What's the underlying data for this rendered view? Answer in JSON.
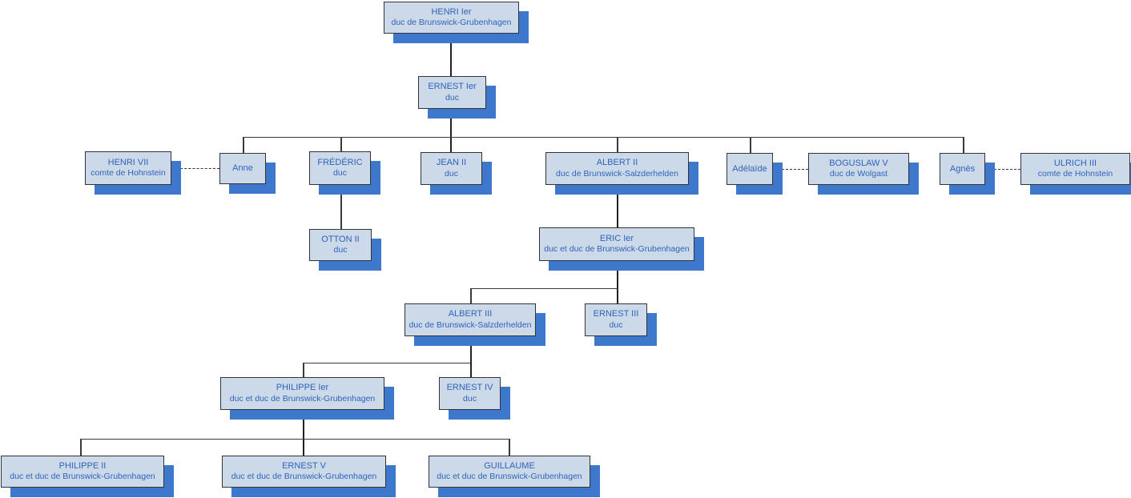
{
  "diagram": {
    "type": "family-tree-org-chart",
    "subject": "Maison de Brunswick-Grubenhagen",
    "colors": {
      "node_fill": "#ccd9e9",
      "node_border": "#333333",
      "node_shadow": "#3d78cc",
      "text": "#2f63ba",
      "connector": "#3a3a3a",
      "background": "#ffffff"
    }
  },
  "nodes": [
    {
      "name": "HENRI Ier",
      "title": "duc de Brunswick-Grubenhagen"
    },
    {
      "name": "ERNEST Ier",
      "title": "duc"
    },
    {
      "name": "HENRI VII",
      "title": "comte de Hohnstein"
    },
    {
      "name": "Anne",
      "title": ""
    },
    {
      "name": "FRÉDÉRIC",
      "title": "duc"
    },
    {
      "name": "JEAN II",
      "title": "duc"
    },
    {
      "name": "ALBERT II",
      "title": "duc de Brunswick-Salzderhelden"
    },
    {
      "name": "Adélaïde",
      "title": ""
    },
    {
      "name": "BOGUSLAW V",
      "title": "duc de Wolgast"
    },
    {
      "name": "Agnès",
      "title": ""
    },
    {
      "name": "ULRICH III",
      "title": "comte de Hohnstein"
    },
    {
      "name": "OTTON II",
      "title": "duc"
    },
    {
      "name": "ERIC Ier",
      "title": "duc et duc de Brunswick-Grubenhagen"
    },
    {
      "name": "ALBERT III",
      "title": "duc de Brunswick-Salzderhelden"
    },
    {
      "name": "ERNEST III",
      "title": "duc"
    },
    {
      "name": "PHILIPPE Ier",
      "title": "duc et duc de Brunswick-Grubenhagen"
    },
    {
      "name": "ERNEST IV",
      "title": "duc"
    },
    {
      "name": "PHILIPPE II",
      "title": "duc et duc de Brunswick-Grubenhagen"
    },
    {
      "name": "ERNEST V",
      "title": "duc et duc de Brunswick-Grubenhagen"
    },
    {
      "name": "GUILLAUME",
      "title": "duc et duc de Brunswick-Grubenhagen"
    }
  ],
  "relations": {
    "parent_child": [
      {
        "parent": "HENRI Ier",
        "children": [
          "ERNEST Ier"
        ]
      },
      {
        "parent": "ERNEST Ier",
        "children": [
          "Anne",
          "FRÉDÉRIC",
          "JEAN II",
          "ALBERT II",
          "Adélaïde",
          "Agnès"
        ]
      },
      {
        "parent": "FRÉDÉRIC",
        "children": [
          "OTTON II"
        ]
      },
      {
        "parent": "ALBERT II",
        "children": [
          "ERIC Ier"
        ]
      },
      {
        "parent": "ERIC Ier",
        "children": [
          "ALBERT III",
          "ERNEST III"
        ]
      },
      {
        "parent": "ALBERT III",
        "children": [
          "PHILIPPE Ier",
          "ERNEST IV"
        ]
      },
      {
        "parent": "PHILIPPE Ier",
        "children": [
          "PHILIPPE II",
          "ERNEST V",
          "GUILLAUME"
        ]
      }
    ],
    "marriages": [
      {
        "a": "HENRI VII",
        "b": "Anne"
      },
      {
        "a": "Adélaïde",
        "b": "BOGUSLAW V"
      },
      {
        "a": "Agnès",
        "b": "ULRICH III"
      }
    ]
  }
}
